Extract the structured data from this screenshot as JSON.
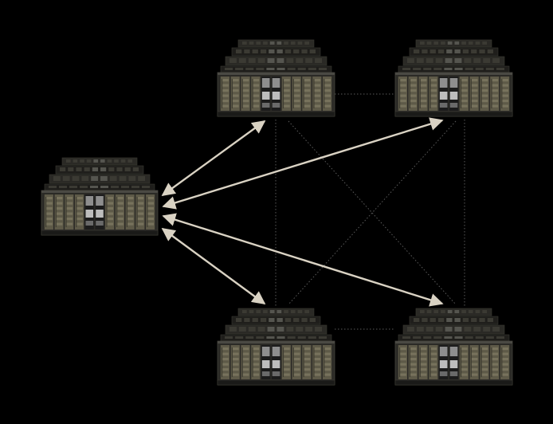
{
  "diagram": {
    "background": "#000000",
    "arrow_color": "#d9d2c3",
    "dotted_color": "#5a5a5a",
    "server_body_color": "#2b2a26",
    "server_module_color": "#5e5a48",
    "server_highlight_color": "#8e8e8e",
    "nodes": [
      {
        "id": "source",
        "icon": "server-rack-icon"
      },
      {
        "id": "top-left",
        "icon": "server-rack-icon"
      },
      {
        "id": "top-right",
        "icon": "server-rack-icon"
      },
      {
        "id": "bottom-left",
        "icon": "server-rack-icon"
      },
      {
        "id": "bottom-right",
        "icon": "server-rack-icon"
      }
    ],
    "arrows": [
      {
        "from": "source",
        "to": "top-left",
        "bidirectional": true
      },
      {
        "from": "source",
        "to": "top-right",
        "bidirectional": true
      },
      {
        "from": "source",
        "to": "bottom-left",
        "bidirectional": true
      },
      {
        "from": "source",
        "to": "bottom-right",
        "bidirectional": true
      }
    ],
    "dotted_links": [
      {
        "from": "top-left",
        "to": "top-right"
      },
      {
        "from": "bottom-left",
        "to": "bottom-right"
      },
      {
        "from": "top-left",
        "to": "bottom-left"
      },
      {
        "from": "top-right",
        "to": "bottom-right"
      },
      {
        "from": "top-left",
        "to": "bottom-right"
      },
      {
        "from": "top-right",
        "to": "bottom-left"
      }
    ]
  }
}
